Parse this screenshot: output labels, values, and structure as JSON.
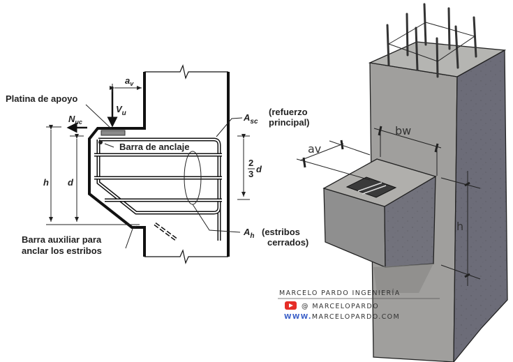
{
  "left_diagram": {
    "labels": {
      "bearing_plate": "Platina de apoyo",
      "anchor_bar": "Barra de anclaje",
      "main_reinforcement_symbol": "A",
      "main_reinforcement_sub": "sc",
      "main_reinforcement_desc_1": "(refuerzo",
      "main_reinforcement_desc_2": "principal)",
      "stirrups_symbol": "A",
      "stirrups_sub": "h",
      "stirrups_desc_1": "(estribos",
      "stirrups_desc_2": "cerrados)",
      "aux_bar_1": "Barra auxiliar para",
      "aux_bar_2": "anclar los estribos",
      "shear_force_symbol": "V",
      "shear_force_sub": "u",
      "horizontal_force_symbol": "N",
      "horizontal_force_sub": "uc",
      "shear_span_symbol": "a",
      "shear_span_sub": "v",
      "height": "h",
      "effective_depth": "d",
      "fraction_num": "2",
      "fraction_den": "3",
      "fraction_var": "d"
    }
  },
  "right_sketch": {
    "labels": {
      "shear_span": "av",
      "width": "bw",
      "height": "h"
    },
    "colors": {
      "concrete_light": "#9a9a98",
      "concrete_mid": "#7e7e80",
      "concrete_dark": "#62626c",
      "plate": "#3a3a3a"
    }
  },
  "watermark": {
    "brand": "MARCELO PARDO INGENIERÍA",
    "handle": "@ MARCELOPARDO",
    "website_prefix": "WWW.",
    "website_rest": "MARCELOPARDO.COM",
    "icon": "youtube-icon",
    "youtube_color": "#e52d27",
    "web_color": "#3a5fc8"
  }
}
